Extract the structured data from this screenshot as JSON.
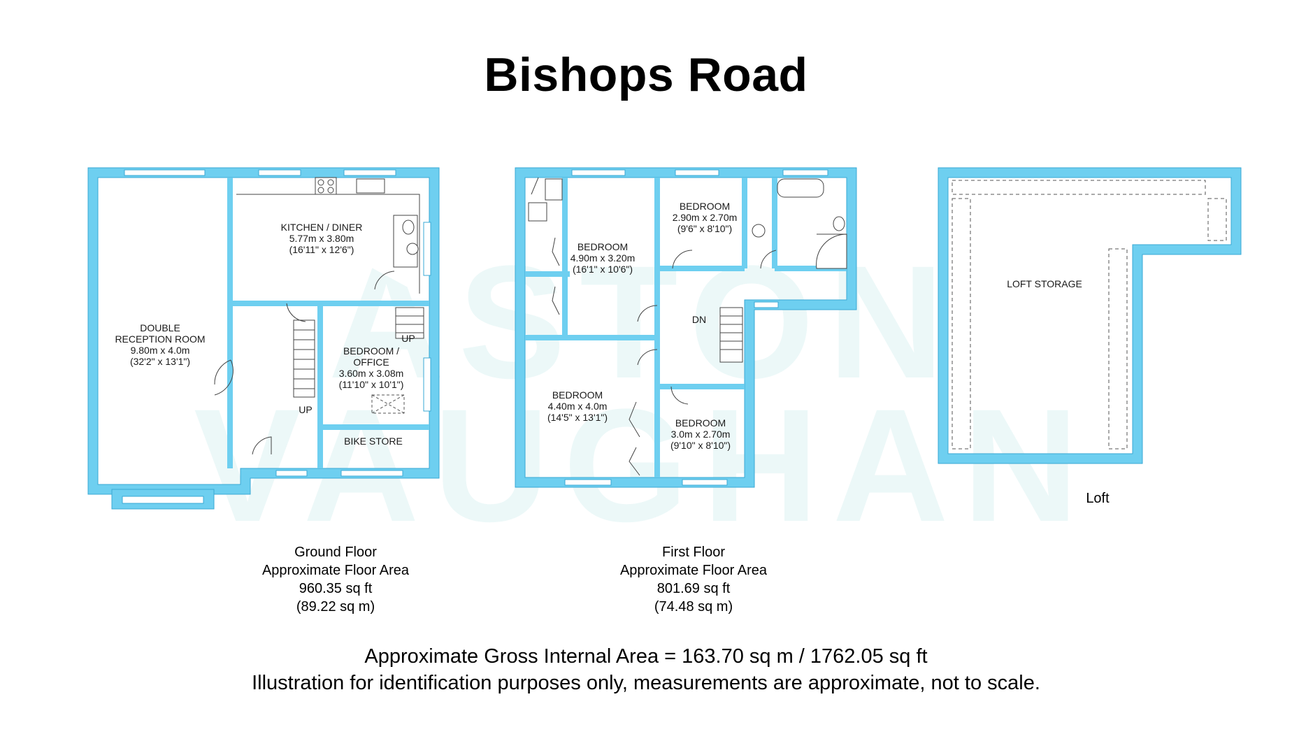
{
  "title": "Bishops Road",
  "watermark": {
    "line1": "ASTON",
    "line2": "VAUGHAN"
  },
  "colors": {
    "wall": "#6ecff0",
    "wall_stroke": "#3aa9d4",
    "watermark": "#8fd3d3",
    "text": "#000000"
  },
  "ground_floor": {
    "rooms": {
      "reception": {
        "name1": "DOUBLE",
        "name2": "RECEPTION ROOM",
        "dims": "9.80m x 4.0m",
        "imperial": "(32'2\" x 13'1\")"
      },
      "kitchen": {
        "name": "KITCHEN / DINER",
        "dims": "5.77m x 3.80m",
        "imperial": "(16'11\" x 12'6\")"
      },
      "office": {
        "name1": "BEDROOM /",
        "name2": "OFFICE",
        "dims": "3.60m x 3.08m",
        "imperial": "(11'10\" x 10'1\")"
      },
      "bike": {
        "name": "BIKE STORE"
      }
    },
    "stairs": {
      "up1": "UP",
      "up2": "UP"
    },
    "label": {
      "line1": "Ground Floor",
      "line2": "Approximate Floor Area",
      "line3": "960.35 sq ft",
      "line4": "(89.22 sq m)"
    }
  },
  "first_floor": {
    "rooms": {
      "bed1": {
        "name": "BEDROOM",
        "dims": "4.90m x 3.20m",
        "imperial": "(16'1\" x 10'6\")"
      },
      "bed2": {
        "name": "BEDROOM",
        "dims": "2.90m x 2.70m",
        "imperial": "(9'6\" x 8'10\")"
      },
      "bed3": {
        "name": "BEDROOM",
        "dims": "4.40m x 4.0m",
        "imperial": "(14'5\" x 13'1\")"
      },
      "bed4": {
        "name": "BEDROOM",
        "dims": "3.0m x 2.70m",
        "imperial": "(9'10\" x 8'10\")"
      }
    },
    "stairs": {
      "down": "DN"
    },
    "label": {
      "line1": "First Floor",
      "line2": "Approximate Floor Area",
      "line3": "801.69 sq ft",
      "line4": "(74.48 sq m)"
    }
  },
  "loft": {
    "rooms": {
      "storage": {
        "name": "LOFT STORAGE"
      }
    },
    "label": "Loft"
  },
  "footer": {
    "gross": "Approximate Gross Internal Area = 163.70 sq m / 1762.05 sq ft",
    "disclaimer": "Illustration for identification purposes only, measurements are approximate, not to scale."
  }
}
